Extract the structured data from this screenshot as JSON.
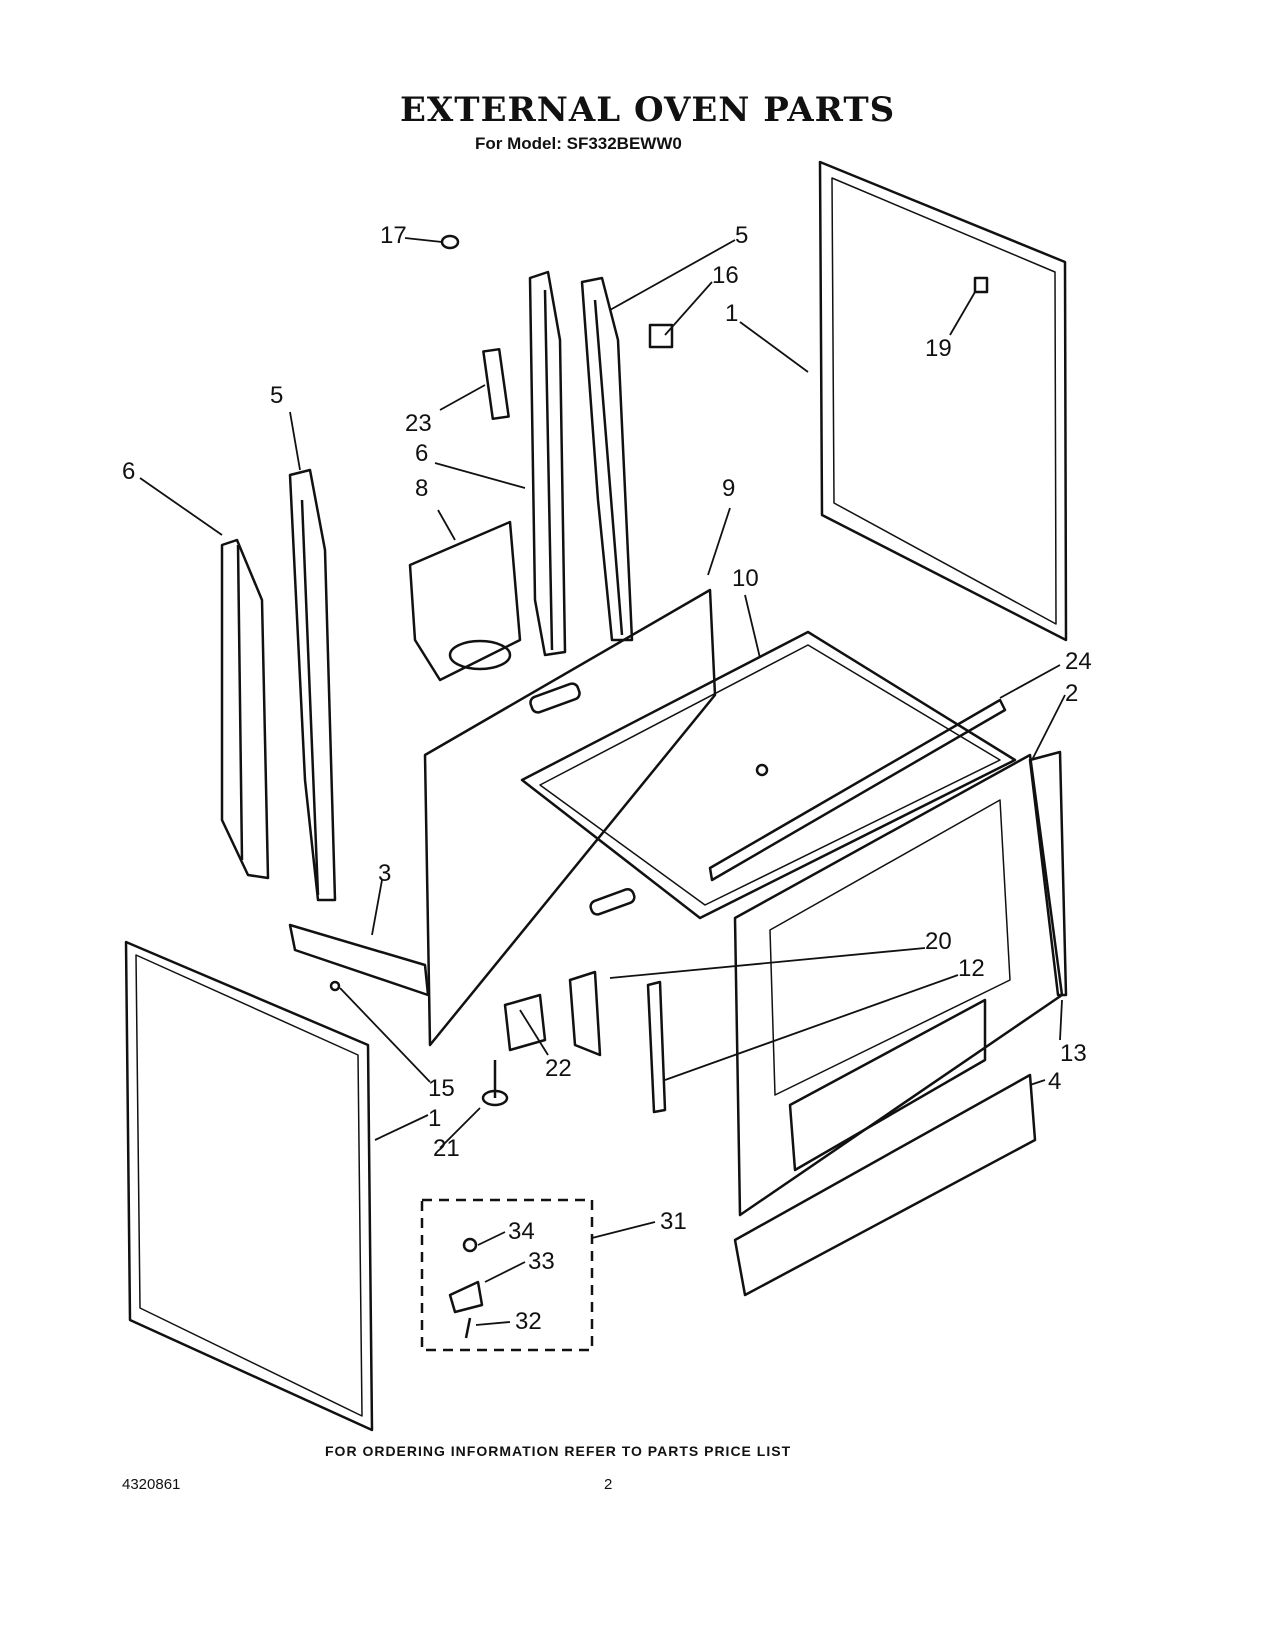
{
  "header": {
    "title": "EXTERNAL OVEN PARTS",
    "subtitle": "For Model: SF332BEWW0"
  },
  "footer": {
    "ordering_note": "FOR ORDERING INFORMATION REFER TO PARTS PRICE LIST",
    "document_number": "4320861",
    "page_number": "2"
  },
  "callouts": [
    "17",
    "5",
    "16",
    "1",
    "19",
    "5",
    "23",
    "6",
    "8",
    "9",
    "10",
    "6",
    "24",
    "2",
    "3",
    "20",
    "12",
    "13",
    "15",
    "22",
    "1",
    "21",
    "4",
    "31",
    "34",
    "33",
    "32"
  ]
}
